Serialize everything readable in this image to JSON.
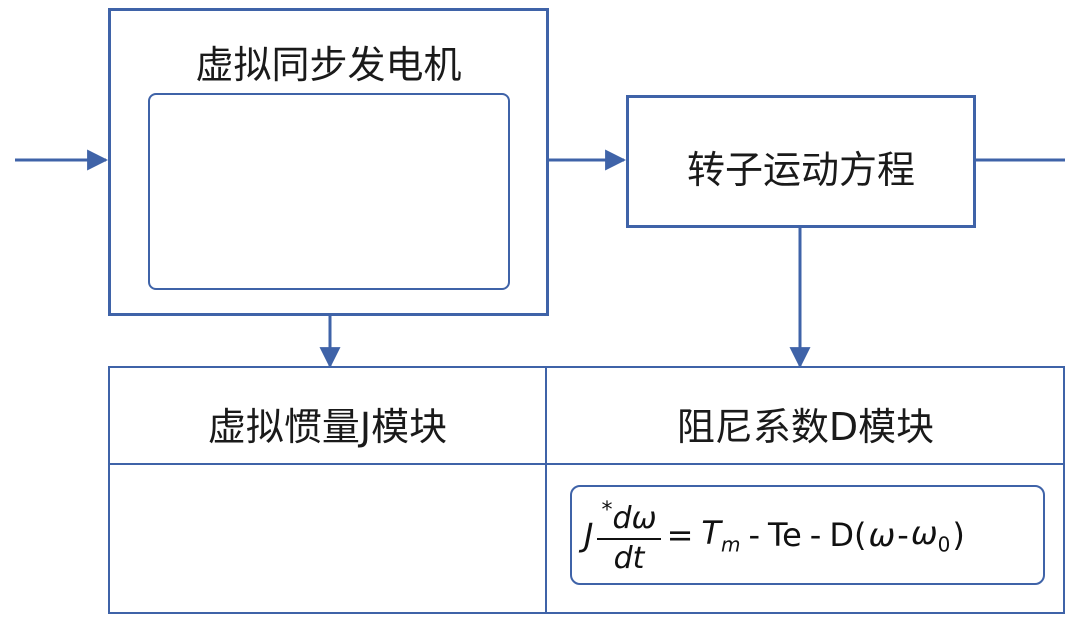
{
  "diagram": {
    "vsg_block": {
      "title": "虚拟同步发电机"
    },
    "rotor_block": {
      "title": "转子运动方程"
    },
    "inertia_module": {
      "label": "虚拟惯量J模块"
    },
    "damping_module": {
      "label": "阻尼系数D模块"
    },
    "equation": {
      "lhs_J": "J",
      "lhs_star": "*",
      "lhs_num": "dω",
      "lhs_den": "dt",
      "equals": "=",
      "Tm_T": "T",
      "Tm_sub": "m",
      "minus1": "-",
      "Te": "Te",
      "minus2": "-",
      "D_open": "D(",
      "omega": "ω",
      "minus3": "-",
      "omega0": "ω",
      "omega0_sub": "0",
      "close": ")"
    }
  },
  "colors": {
    "line": "#3f63a8",
    "text": "#1a1a1a",
    "background": "#ffffff"
  }
}
